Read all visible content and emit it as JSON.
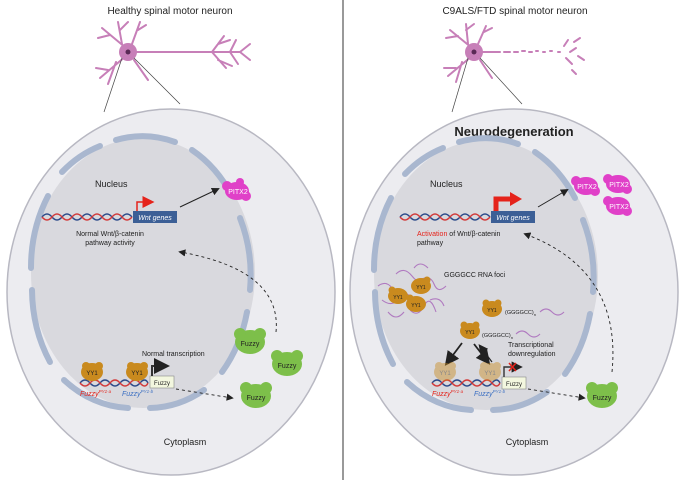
{
  "left": {
    "title": "Healthy spinal motor neuron",
    "nucleus": "Nucleus",
    "wnt_genes": "Wnt genes",
    "pathway_line1": "Normal Wnt/β-catenin",
    "pathway_line2": "pathway activity",
    "pitx2": "PITX2",
    "normal_transcription": "Normal transcription",
    "yy1": "YY1",
    "fuzzy_box": "Fuzzy",
    "fuzzy_protein": "Fuzzy",
    "fuzzy_allele_a": "Fuzzy",
    "fuzzy_allele_a_sup": "PY1-a",
    "fuzzy_allele_b": "Fuzzy",
    "fuzzy_allele_b_sup": "PY1-b",
    "cytoplasm": "Cytoplasm"
  },
  "right": {
    "title": "C9ALS/FTD spinal motor neuron",
    "heading": "Neurodegeneration",
    "nucleus": "Nucleus",
    "wnt_genes": "Wnt genes",
    "activation": "Activation",
    "activation_rest": " of Wnt/β-catenin",
    "pathway": "pathway",
    "pitx2": "PITX2",
    "foci": "GGGGCC RNA foci",
    "repeat": "(GGGGCC)",
    "repeat_sub": "n",
    "yy1": "YY1",
    "downreg_line1": "Transcriptional",
    "downreg_line2": "downregulation",
    "fuzzy_box": "Fuzzy",
    "fuzzy_protein": "Fuzzy",
    "fuzzy_allele_a": "Fuzzy",
    "fuzzy_allele_a_sup": "PY1-a",
    "fuzzy_allele_b": "Fuzzy",
    "fuzzy_allele_b_sup": "PY1-b",
    "cytoplasm": "Cytoplasm"
  },
  "colors": {
    "neuron": "#c77fb8",
    "cell_fill": "#ececf0",
    "nucleus_fill": "#d9d9de",
    "envelope": "#a9b7cf",
    "pitx2": "#e040c8",
    "fuzzy": "#7dbf4a",
    "yy1": "#c98a1e",
    "gene_box": "#3c5f96",
    "red": "#e5231b",
    "foci": "#b07ac0"
  }
}
